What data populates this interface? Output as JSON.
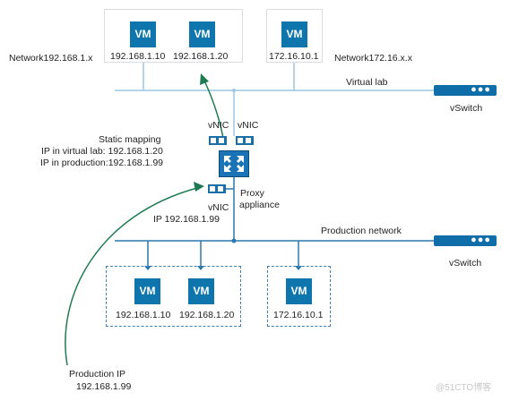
{
  "labels": {
    "network_top_left": "Network192.168.1.x",
    "network_top_right": "Network172.16.x.x",
    "virtual_lab": "Virtual lab",
    "vswitch_top": "vSwitch",
    "vnic_left": "vNIC",
    "vnic_right": "vNIC",
    "static_mapping": "Static mapping",
    "ip_virtual_lab": "IP in virtual lab: 192.168.1.20",
    "ip_production": "IP in production:192.168.1.99",
    "proxy": "Proxy",
    "appliance": "appliance",
    "vnic_bottom": "vNIC",
    "vnic_bottom_ip": "IP 192.168.1.99",
    "production_network": "Production network",
    "vswitch_bottom": "vSwitch",
    "production_ip": "Production IP",
    "production_ip_value": "192.168.1.99",
    "watermark": "@51CTO博客"
  },
  "vms": {
    "top": [
      {
        "label": "VM",
        "ip": "192.168.1.10"
      },
      {
        "label": "VM",
        "ip": "192.168.1.20"
      },
      {
        "label": "VM",
        "ip": "172.16.10.1"
      }
    ],
    "bottom": [
      {
        "label": "VM",
        "ip": "192.168.1.10"
      },
      {
        "label": "VM",
        "ip": "192.168.1.20"
      },
      {
        "label": "VM",
        "ip": "172.16.10.1"
      }
    ]
  },
  "switch_dots": "●●●",
  "colors": {
    "vm": "#0e76ad",
    "line_blue": "#7fb3d5",
    "line_dark": "#2a78ad",
    "arrow_green": "#1e7a52"
  }
}
